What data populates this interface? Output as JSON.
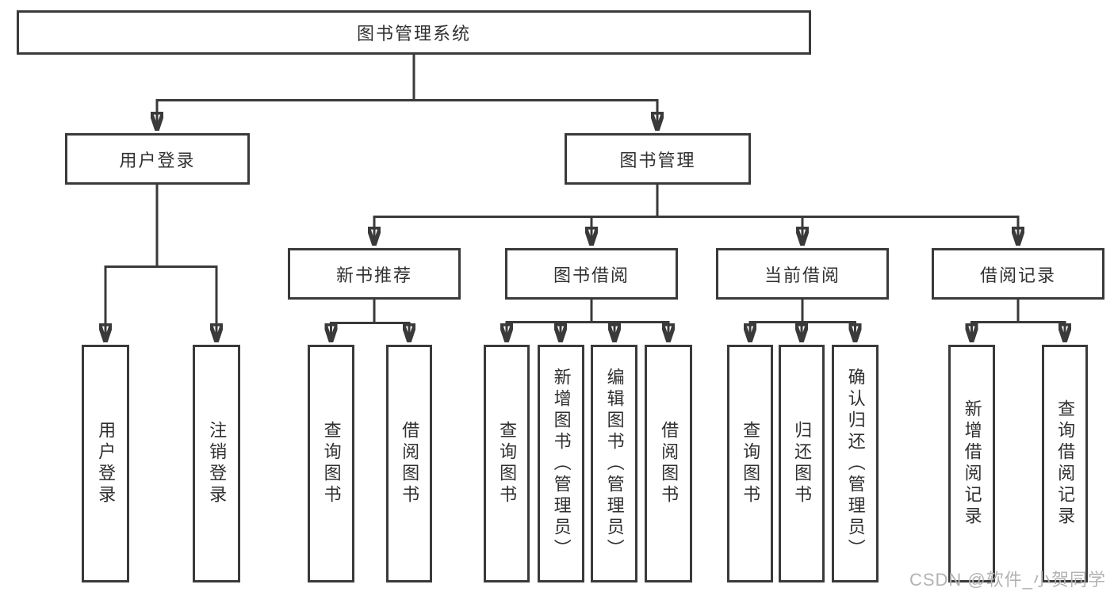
{
  "tree": {
    "root": {
      "label": "图书管理系统"
    },
    "level2": [
      {
        "label": "用户登录"
      },
      {
        "label": "图书管理"
      }
    ],
    "level3": [
      {
        "label": "新书推荐"
      },
      {
        "label": "图书借阅"
      },
      {
        "label": "当前借阅"
      },
      {
        "label": "借阅记录"
      }
    ],
    "leaves": {
      "login": [
        {
          "label": "用户登录"
        },
        {
          "label": "注销登录"
        }
      ],
      "recommend": [
        {
          "label": "查询图书"
        },
        {
          "label": "借阅图书"
        }
      ],
      "borrow": [
        {
          "label": "查询图书"
        },
        {
          "label": "新增图书（管理员）"
        },
        {
          "label": "编辑图书（管理员）"
        },
        {
          "label": "借阅图书"
        }
      ],
      "current": [
        {
          "label": "查询图书"
        },
        {
          "label": "归还图书"
        },
        {
          "label": "确认归还（管理员）"
        }
      ],
      "records": [
        {
          "label": "新增借阅记录"
        },
        {
          "label": "查询借阅记录"
        }
      ]
    }
  },
  "watermark": {
    "text": "CSDN @软件_小贺同学"
  },
  "colors": {
    "line": "#3a3a3a",
    "text": "#303030",
    "watermark": "#b3b3b3",
    "background": "#ffffff"
  }
}
